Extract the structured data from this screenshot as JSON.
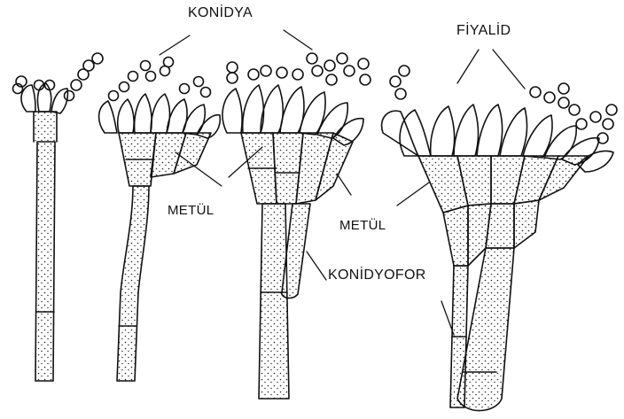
{
  "labels": {
    "konidya": "KONİDYA",
    "fiyalid": "FİYALİD",
    "metul_left": "METÜL",
    "metul_right": "METÜL",
    "konidyofor": "KONİDYOFOR"
  },
  "colors": {
    "ink": "#111111",
    "background": "#ffffff"
  }
}
